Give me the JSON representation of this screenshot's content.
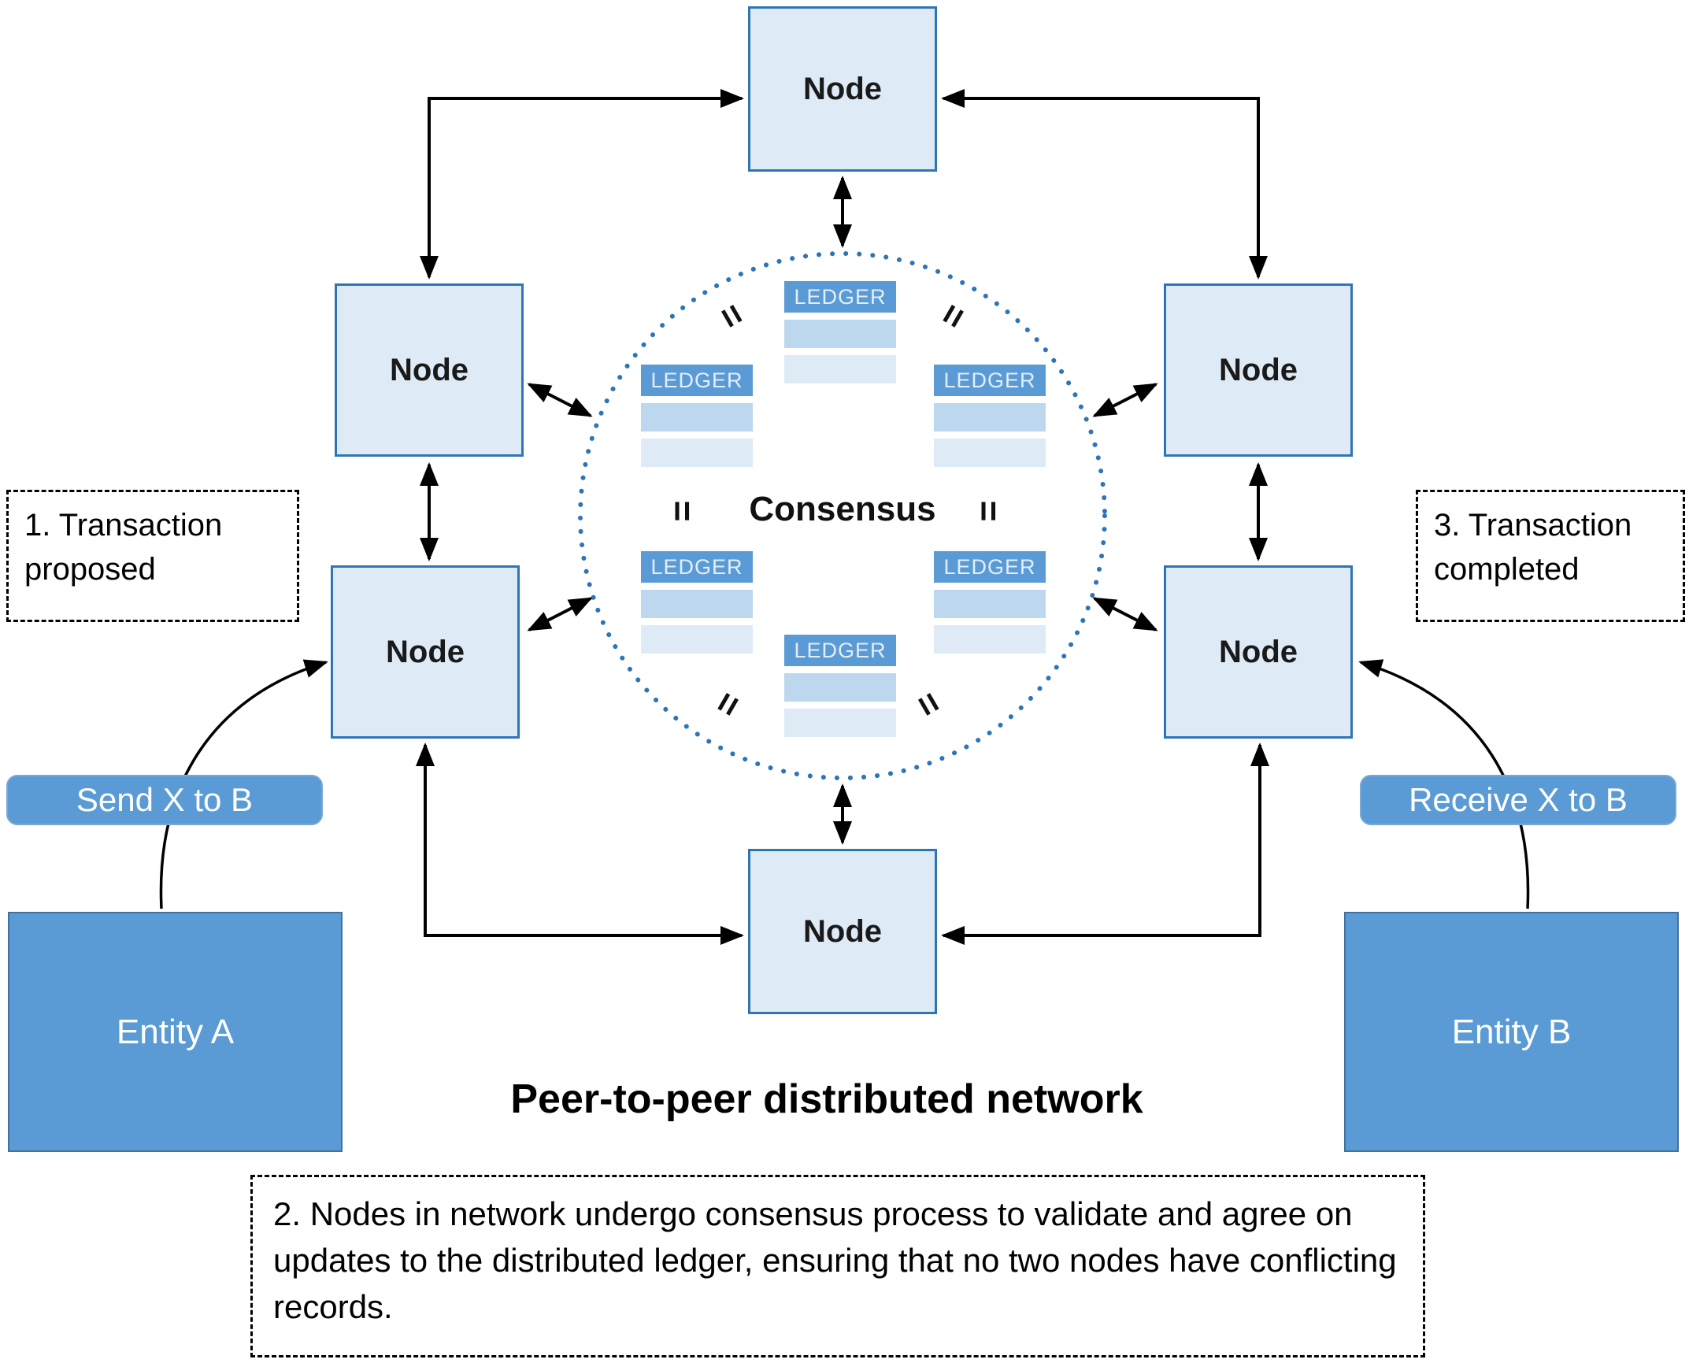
{
  "diagram": {
    "title": "Peer-to-peer distributed network",
    "node_label": "Node",
    "consensus_label": "Consensus",
    "ledger_label": "LEDGER",
    "equals_symbol": "=",
    "callout_step1": "1. Transaction proposed",
    "callout_step2": "2. Nodes in network undergo consensus process to validate and agree on updates to the distributed ledger, ensuring that no two nodes have conflicting records.",
    "callout_step3": "3. Transaction completed",
    "entity_a": "Entity A",
    "entity_b": "Entity B",
    "send_label": "Send X to B",
    "receive_label": "Receive X to B",
    "colors": {
      "node_fill": "#deebf7",
      "node_border": "#2e75b6",
      "accent_blue": "#5b9bd5",
      "ledger_row_dark": "#bdd7ee",
      "ledger_row_light": "#deebf7",
      "circle_dotted": "#2e75b6",
      "arrow": "#000000"
    }
  }
}
